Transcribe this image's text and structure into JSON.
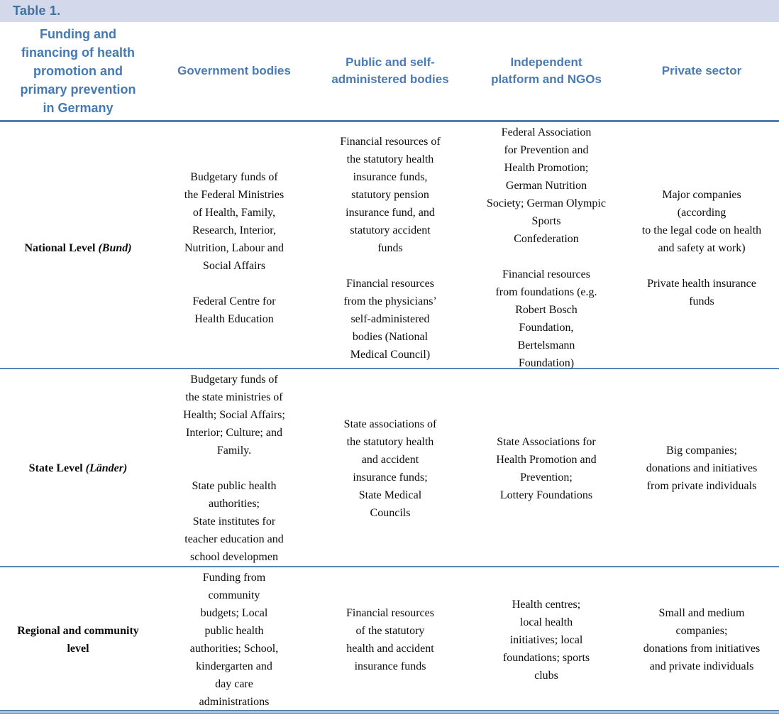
{
  "title_bar": {
    "label": "Table 1."
  },
  "colors": {
    "title_bar_bg": "#d3d8eb",
    "header_text": "#4a7bb5",
    "rule_blue": "#4e80b1",
    "body_text": "#0b0b0b"
  },
  "table": {
    "header": {
      "row_label_header": "Funding and\nfinancing of health\npromotion and\nprimary prevention\nin Germany",
      "columns": [
        "Government bodies",
        "Public and self-\nadministered bodies",
        "Independent\nplatform and NGOs",
        "Private sector"
      ]
    },
    "rows": [
      {
        "label": "National Level ",
        "label_paren": "(Bund)",
        "cells": [
          "Budgetary funds of\nthe Federal Ministries\nof Health, Family,\nResearch, Interior,\nNutrition, Labour and\nSocial Affairs\n\nFederal Centre for\nHealth Education",
          "Financial resources of\nthe statutory health\ninsurance funds,\nstatutory pension\ninsurance fund, and\nstatutory accident\nfunds\n\nFinancial resources\nfrom the physicians’\nself-administered\nbodies (National\nMedical Council)",
          "Federal Association\nfor Prevention and\nHealth Promotion;\nGerman Nutrition\nSociety; German Olympic\nSports\nConfederation\n\nFinancial resources\nfrom foundations (e.g.\nRobert Bosch\nFoundation,\nBertelsmann\nFoundation)",
          "Major companies\n(according\nto the legal code on health\nand safety at work)\n\nPrivate health insurance\nfunds"
        ]
      },
      {
        "label": "State Level ",
        "label_paren": "(Länder)",
        "cells": [
          "Budgetary funds of\nthe state ministries of\nHealth; Social Affairs;\nInterior; Culture; and\nFamily.\n\nState public health\nauthorities;\nState institutes for\nteacher education and\nschool developmen",
          "State associations of\nthe statutory health\nand accident\ninsurance funds;\nState Medical\nCouncils",
          "State Associations for\nHealth Promotion and\nPrevention;\nLottery Foundations",
          "Big companies;\ndonations and initiatives\nfrom private individuals"
        ]
      },
      {
        "label": "Regional and community\nlevel",
        "label_paren": "",
        "cells": [
          "Funding from\ncommunity\nbudgets; Local\npublic health\nauthorities; School,\nkindergarten and\nday care\nadministrations",
          "Financial resources\nof the statutory\nhealth and accident\ninsurance funds",
          "Health centres;\nlocal health\ninitiatives; local\nfoundations; sports\nclubs",
          "Small and medium\ncompanies;\ndonations from initiatives\nand private individuals"
        ]
      }
    ]
  }
}
